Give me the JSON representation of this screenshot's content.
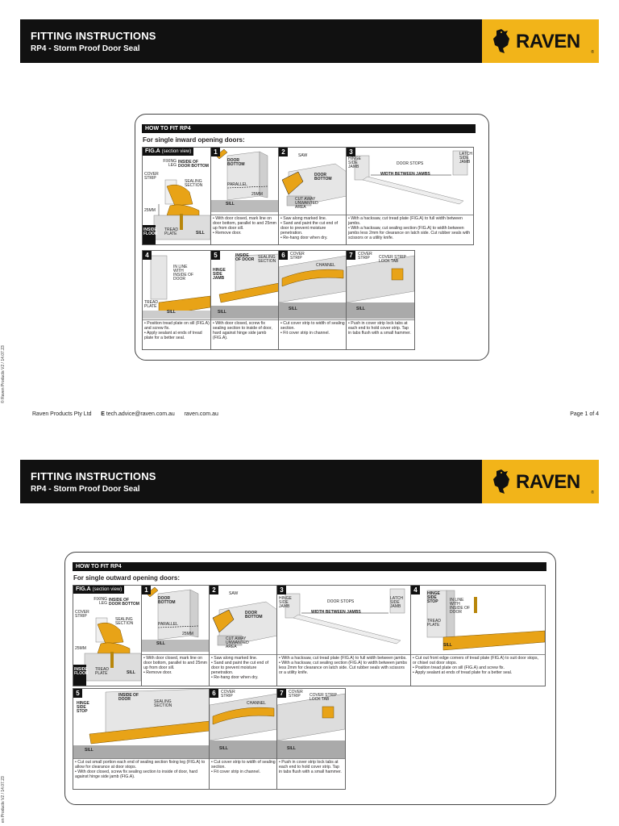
{
  "pages": [
    {
      "header": {
        "title": "FITTING INSTRUCTIONS",
        "subtitle": "RP4 - Storm Proof Door Seal",
        "logo": "RAVEN"
      },
      "side_text": "© Raven Products   V2 / 14.07.23",
      "howto": "HOW TO FIT RP4",
      "subheading": "For single inward opening doors:",
      "figa_title": "FIG.A",
      "figa_sub": "(section view)",
      "figa_labels": [
        "FIXING LEG",
        "COVER STRIP",
        "INSIDE OF DOOR BOTTOM",
        "SEALING SECTION",
        "25mm",
        "INSIDE FLOOR",
        "TREAD PLATE",
        "SILL"
      ],
      "steps": [
        {
          "num": "1",
          "labels": [
            "DOOR BOTTOM",
            "PARALLEL",
            "25mm",
            "SILL"
          ],
          "caption": [
            "• With door closed, mark line on door bottom, parallel to and 25mm up from door sill.",
            "• Remove door."
          ]
        },
        {
          "num": "2",
          "labels": [
            "SAW",
            "DOOR BOTTOM",
            "CUT AWAY UNWANTED AREA"
          ],
          "caption": [
            "• Saw along marked line.",
            "• Sand and paint the cut end of door to prevent moisture penetration.",
            "• Re-hang door when dry."
          ]
        },
        {
          "num": "3",
          "labels": [
            "HINGE SIDE JAMB",
            "DOOR STOPS",
            "LATCH SIDE JAMB",
            "WIDTH BETWEEN JAMBS"
          ],
          "caption": [
            "• With a hacksaw, cut tread plate (FIG.A) to full width between jambs.",
            "• With a hacksaw, cut sealing section (FIG.A) to width between jambs less 2mm for clearance on latch side. Cut rubber seals with scissors or a utility knife."
          ]
        },
        {
          "num": "4",
          "labels": [
            "IN LINE WITH INSIDE OF DOOR",
            "TREAD PLATE",
            "SILL"
          ],
          "caption": [
            "• Position tread plate on sill (FIG.A) and screw fix.",
            "• Apply sealant at ends of tread plate for a better seal."
          ]
        },
        {
          "num": "5",
          "labels": [
            "INSIDE OF DOOR",
            "SEALING SECTION",
            "HINGE SIDE JAMB",
            "SILL"
          ],
          "caption": [
            "• With door closed, screw fix sealing section to inside of door, hard against hinge side jamb (FIG.A)."
          ]
        },
        {
          "num": "6",
          "labels": [
            "COVER STRIP",
            "CHANNEL",
            "SILL"
          ],
          "caption": [
            "• Cut cover strip to width of sealing section.",
            "• Fit cover strip in channel."
          ]
        },
        {
          "num": "7",
          "labels": [
            "COVER STRIP",
            "COVER STRIP LOCK TAB",
            "SILL"
          ],
          "caption": [
            "• Push in cover strip lock tabs at each end to hold cover strip. Tap in tabs flush with a small hammer."
          ]
        }
      ],
      "footer": {
        "company": "Raven Products Pty Ltd",
        "email_label": "E",
        "email": "tech.advice@raven.com.au",
        "web": "raven.com.au",
        "page": "Page 1 of 4"
      }
    },
    {
      "header": {
        "title": "FITTING INSTRUCTIONS",
        "subtitle": "RP4 - Storm Proof Door Seal",
        "logo": "RAVEN"
      },
      "side_text": "en Products   V2 / 14.07.23",
      "howto": "HOW TO FIT RP4",
      "subheading": "For single outward opening doors:",
      "figa_title": "FIG.A",
      "figa_sub": "(section view)",
      "figa_labels": [
        "FIXING LEG",
        "COVER STRIP",
        "INSIDE OF DOOR BOTTOM",
        "SEALING SECTION",
        "25mm",
        "INSIDE FLOOR",
        "TREAD PLATE",
        "SILL"
      ],
      "steps": [
        {
          "num": "1",
          "labels": [
            "DOOR BOTTOM",
            "PARALLEL",
            "25mm",
            "SILL"
          ],
          "caption": [
            "• With door closed, mark line on door bottom, parallel to and 25mm up from door sill.",
            "• Remove door."
          ]
        },
        {
          "num": "2",
          "labels": [
            "SAW",
            "DOOR BOTTOM",
            "CUT AWAY UNWANTED AREA"
          ],
          "caption": [
            "• Saw along marked line.",
            "• Sand and paint the cut end of door to prevent moisture penetration.",
            "• Re-hang door when dry."
          ]
        },
        {
          "num": "3",
          "labels": [
            "HINGE SIDE JAMB",
            "DOOR STOPS",
            "LATCH SIDE JAMB",
            "WIDTH BETWEEN JAMBS"
          ],
          "caption": [
            "• With a hacksaw, cut tread plate (FIG.A) to full width between jambs.",
            "• With a hacksaw, cut sealing section (FIG.A) to width between jambs less 2mm for clearance on latch side. Cut rubber seals with scissors or a utility knife."
          ]
        },
        {
          "num": "4",
          "labels": [
            "HINGE SIDE STOP",
            "IN LINE WITH INSIDE OF DOOR",
            "TREAD PLATE",
            "SILL"
          ],
          "caption": [
            "• Cut out front edge corners of tread plate (FIG.A) to suit door stops, or chisel out door stops.",
            "• Position tread plate on sill (FIG.A) and screw fix.",
            "• Apply sealant at ends of tread plate for a better seal."
          ]
        },
        {
          "num": "5",
          "labels": [
            "INSIDE OF DOOR",
            "SEALING SECTION",
            "HINGE SIDE STOP",
            "SILL"
          ],
          "caption": [
            "• Cut out small portion each end of sealing section fixing leg (FIG.A) to allow for clearance at door stops.",
            "• With door closed, screw fix sealing section to inside of door, hard against hinge side jamb (FIG.A)."
          ]
        },
        {
          "num": "6",
          "labels": [
            "COVER STRIP",
            "CHANNEL",
            "SILL"
          ],
          "caption": [
            "• Cut cover strip to width of sealing section.",
            "• Fit cover strip in channel."
          ]
        },
        {
          "num": "7",
          "labels": [
            "COVER STRIP",
            "COVER STRIP LOCK TAB",
            "SILL"
          ],
          "caption": [
            "• Push in cover strip lock tabs at each end to hold cover strip. Tap in tabs flush with a small hammer."
          ]
        }
      ]
    }
  ],
  "colors": {
    "brand_yellow": "#f2b419",
    "header_black": "#111111",
    "seal_orange": "#e8a317"
  }
}
